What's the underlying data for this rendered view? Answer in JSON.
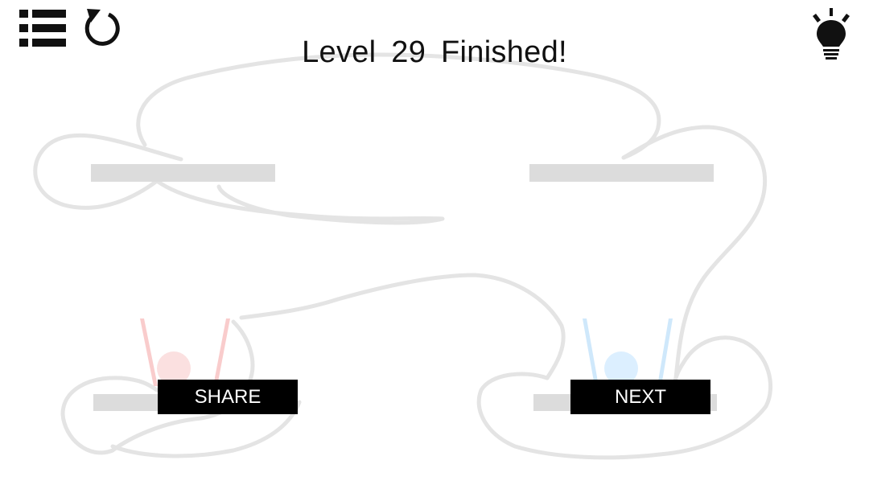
{
  "status": {
    "title": "Level  29  Finished!"
  },
  "buttons": {
    "share_label": "SHARE",
    "next_label": "NEXT"
  },
  "icons": {
    "menu": "list-menu-icon",
    "restart": "restart-icon",
    "hint": "lightbulb-icon"
  },
  "colors": {
    "background": "#ffffff",
    "button_bg": "#000000",
    "button_text": "#ffffff",
    "platform": "#dcdcdc",
    "drawn_line": "#e6e6e6",
    "red_ball": "#fbe0e0",
    "red_cup": "#f9cccc",
    "blue_ball": "#dcefff",
    "blue_cup": "#cfe8fb"
  }
}
